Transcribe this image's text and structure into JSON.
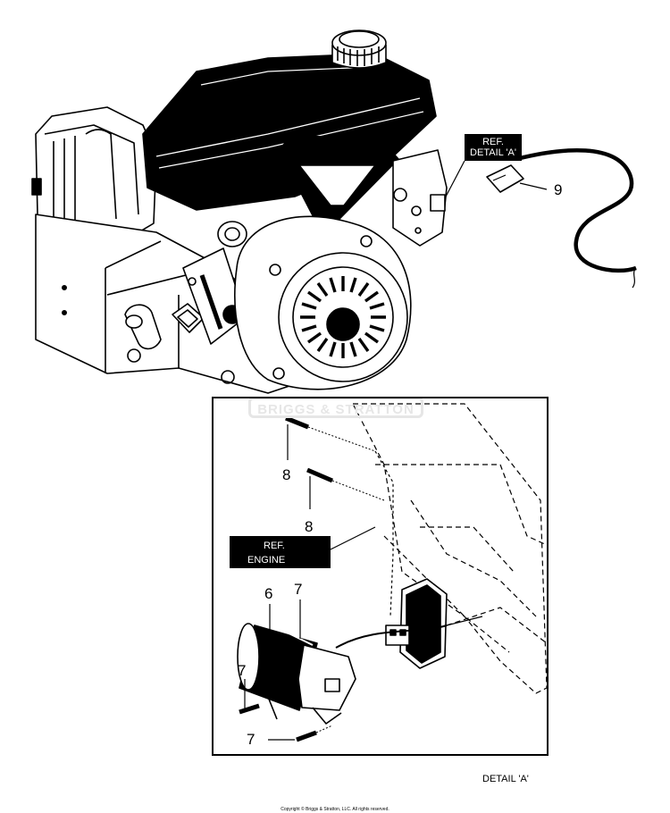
{
  "diagram": {
    "watermark": "BRIGGS & STRATTON",
    "ref_detail_a": {
      "line1": "REF.",
      "line2": "DETAIL 'A'"
    },
    "ref_engine": {
      "line1": "REF.",
      "line2": "ENGINE"
    },
    "callouts": {
      "part9": "9",
      "part8_top": "8",
      "part8_lower": "8",
      "part6": "6",
      "part7_top": "7",
      "part7_left": "7",
      "part7_bottom": "7"
    },
    "detail_caption": "DETAIL 'A'",
    "copyright": "Copyright © Briggs & Stratton, LLC. All rights reserved."
  }
}
